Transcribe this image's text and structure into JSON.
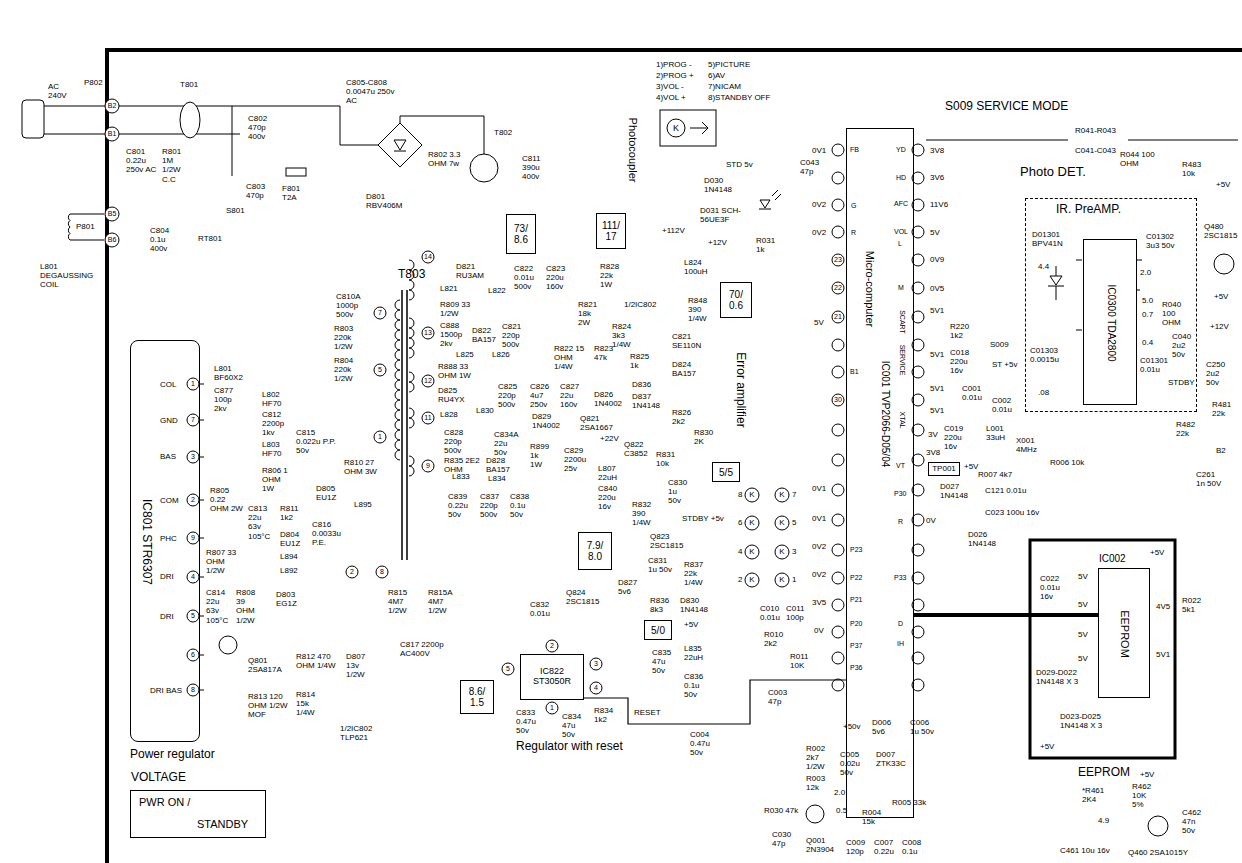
{
  "diagram": {
    "nodes": [
      {
        "text": [
          "IC801 STR6307"
        ]
      },
      {
        "text": [
          "Micro-computer",
          "IC001 TVP2066-D05/04"
        ]
      },
      {
        "text": [
          "IR. PreAMP."
        ]
      },
      {
        "text": [
          "IC0300 TDA2800"
        ],
        "in": 2
      },
      {
        "text": [
          "IC002",
          "EEPROM"
        ]
      },
      {
        "text": [
          "IC822 ST3050R"
        ]
      },
      {
        "text": [
          "VOLTAGE",
          "PWR ON /",
          "STANDBY"
        ]
      },
      {
        "text": [
          "73/ 8.6"
        ]
      },
      {
        "text": [
          "111/ 17"
        ]
      },
      {
        "text": [
          "70/ 0.6"
        ]
      },
      {
        "text": [
          "5/5"
        ]
      },
      {
        "text": [
          "7.9/ 8.0"
        ]
      },
      {
        "text": [
          "5/0"
        ]
      },
      {
        "text": [
          "8.6/ 1.5"
        ]
      },
      {
        "text": [
          "TP001"
        ]
      }
    ],
    "edges": [
      {
        "from": 1,
        "to": 4,
        "arrow": "none"
      },
      {
        "from": 5,
        "to": 1,
        "arrow": "none"
      }
    ],
    "labels": [
      "P802",
      "AC 240V",
      "B2",
      "B1",
      "B5",
      "B6",
      "P801",
      "L801 DEGAUSSING COIL",
      "T801",
      "C801 0.22u 250v AC",
      "R801 1M 1/2W C.C",
      "C802 470p 400v",
      "C803 470p",
      "S801",
      "F801 T2A",
      "C804 0.1u 400v",
      "RT801",
      "C805-C808 0.0047u 250v AC",
      "D801 RBV406M",
      "R802 3.3 OHM 7w",
      "T802",
      "C811 390u 400v",
      "Photocoupler",
      "1)PROG -",
      "5)PICTURE",
      "2)PROG +",
      "6)AV",
      "3)VOL -",
      "7)NICAM",
      "4)VOL +",
      "8)STANDBY OFF",
      "STD 5v",
      "D030 1N4148",
      "D031 SCH-56UE3F",
      "+12V",
      "R031 1k",
      "S009 SERVICE MODE",
      "R041-R043",
      "C041-C043",
      "R044 100 OHM",
      "Photo DET.",
      "R483 10k",
      "+5V",
      "C043 47p",
      "3V8",
      "3V6",
      "11V6",
      "5V",
      "0V9",
      "0V5",
      "R220 1k2",
      "5V1",
      "S009",
      "5V1",
      "C018 220u 16v",
      "ST +5v",
      "5V1",
      "C001 0.01u",
      "5V1",
      "C002 0.01u",
      "3V",
      "C019 220u 16v",
      "L001 33uH",
      "X001 4MHz",
      "3V8",
      "+5V",
      "D027 1N4148",
      "R006 10k",
      "R007 4k7",
      "C121 0.01u",
      "C023 100u 16v",
      "0V",
      "D026 1N4148",
      "0V1",
      "0V2",
      "0V2",
      "5V",
      "0V1",
      "0V1",
      "0V2",
      "0V2",
      "3V5",
      "0V",
      "K",
      "K",
      "K",
      "K",
      "K",
      "K",
      "K",
      "K",
      "8",
      "7",
      "6",
      "5",
      "4",
      "3",
      "2",
      "1",
      "FB",
      "G",
      "R",
      "23",
      "22",
      "21",
      "B1",
      "30",
      "P23",
      "P22",
      "P21",
      "P20",
      "P37",
      "P36",
      "YD",
      "HD",
      "AFC",
      "VOL",
      "L",
      "M",
      "SCART",
      "SERVICE",
      "XTAL",
      "VT",
      "P30",
      "R",
      "P33",
      "D",
      "IH",
      "D01301 BPV41N",
      "4.4",
      "C01302 3u3 50v",
      "2.0",
      "5.0",
      "0.7",
      "0.4",
      "R040 100 OHM",
      "C040 2u2 50v",
      "STDBY",
      "C01303 0.0015u",
      "C01301 0.01u",
      ".08",
      "Q480 2SC1815",
      "+5V",
      "+12V",
      "C250 2u2 50v",
      "R482 22k",
      "R481 22k",
      "C261 1n 50V",
      "B2",
      "C022 0.01u 16v",
      "+5V",
      "R022 5k1",
      "4V5",
      "5V1",
      "5V",
      "5V",
      "5V",
      "5V",
      "D029-D022 1N4148 X 3",
      "D023-D025 1N4148 X 3",
      "+5V",
      "EEPROM",
      "+5V",
      "*R461 2K4",
      "R462 10K 5%",
      "4.9",
      "C462 47n 50v",
      "C461 10u 16v",
      "Q460 2SA1015Y",
      "C010 0.01u",
      "C011 100p",
      "R010 2k2",
      "R011 10K",
      "C003 47p",
      "C004 0.47u 50v",
      "+50v",
      "D006 5v6",
      "C006 1u 50v",
      "R002 2k7 1/2W",
      "C005 0.02u 50v",
      "D007 ZTK33C",
      "R003 12k",
      "2.0",
      "R030 47k",
      "0.5",
      "R004 15k",
      "R005 33k",
      "C030 47p",
      "Q001 2N3904",
      "C009 120p",
      "C007 0.22u",
      "C008 0.1u",
      "COL",
      "GND",
      "BAS",
      "COM",
      "PHC",
      "DRI",
      "DRI",
      "DRI BAS",
      "1",
      "7",
      "3",
      "2",
      "9",
      "4",
      "5",
      "6",
      "8",
      "L801 BF60X2",
      "C877 100p 2kv",
      "L802 HF70",
      "C812 2200p 1kv",
      "L803 HF70",
      "C815 0.022u P.P. 50v",
      "R810 27 OHM 3W",
      "R806 1 OHM 1W",
      "R805 0.22 OHM 2W",
      "C813 22u 63v 105°C",
      "R811 1k2",
      "D805 EU1Z",
      "L895",
      "D804 EU1Z",
      "C816 0.0033u P.E.",
      "R807 33 OHM 1/2W",
      "L894",
      "L892",
      "C814 22u 63v 105°C",
      "R808 39 OHM 1/2W",
      "D803 EG1Z",
      "R815 4M7 1/2W",
      "R815A 4M7 1/2W",
      "C817 2200p AC400V",
      "Q801 2SA817A",
      "R812 470 OHM 1/4W",
      "D807 13v 1/2W",
      "R813 120 OHM 1/2W MOF",
      "R814 15k 1/4W",
      "1/2IC802 TLP621",
      "Power regulator",
      "T803",
      "C810A 1000p 500v",
      "R803 220k 1/2W",
      "R804 220k 1/2W",
      "7",
      "5",
      "1",
      "2",
      "8",
      "14",
      "13",
      "12",
      "11",
      "9",
      "L821",
      "D821 RU3AM",
      "L822",
      "C822 0.01u 500v",
      "C823 220u 160v",
      "R828 22k 1W",
      "+112V",
      "L824 100uH",
      "R809 33 1/2W",
      "C888 1500p 2kv",
      "D822 BA157",
      "C821 220p 500v",
      "R821 18k 2W",
      "1/2IC802",
      "R848 390 1/4W",
      "R824 3k3 1/4W",
      "C821 SE110N",
      "L825",
      "L826",
      "R888 33 OHM 1W",
      "R822 15 OHM 1/4W",
      "R823 47k",
      "R825 1k",
      "D824 BA157",
      "D825 RU4YX",
      "C825 220p 500v",
      "C826 4u7 250v",
      "C827 22u 160v",
      "D826 1N4002",
      "D836",
      "D837 1N4148",
      "L828",
      "L830",
      "D829 1N4002",
      "Q821 2SA1667",
      "R826 2k2",
      "R830 2K",
      "C828 220p 500v",
      "C834A 22u 50v",
      "R899 1k 1W",
      "C829 2200u 25v",
      "+22V",
      "Q822 C3852",
      "R831 10k",
      "R835 2E2 OHM",
      "D828 BA157",
      "L833",
      "L834",
      "L807 22uH",
      "C840 220u 16v",
      "C830 1u 50v",
      "C839 0.22u 50v",
      "C837 220p 500v",
      "C838 0.1u 50v",
      "STDBY +5v",
      "R832 390 1/4W",
      "Q823 2SC1815",
      "C831 1u 50v",
      "R837 22k 1/4W",
      "D827 5v6",
      "Q824 2SC1815",
      "C832 0.01u",
      "R836 8k3",
      "D830 1N4148",
      "+5V",
      "C835 47u 50v",
      "L835 22uH",
      "C836 0.1u 50v",
      "C833 0.47u 50v",
      "C834 47u 50v",
      "R834 1k2",
      "RESET",
      "Regulator with reset",
      "Error amplifier",
      "5",
      "2",
      "3",
      "4",
      "1",
      "K"
    ]
  }
}
